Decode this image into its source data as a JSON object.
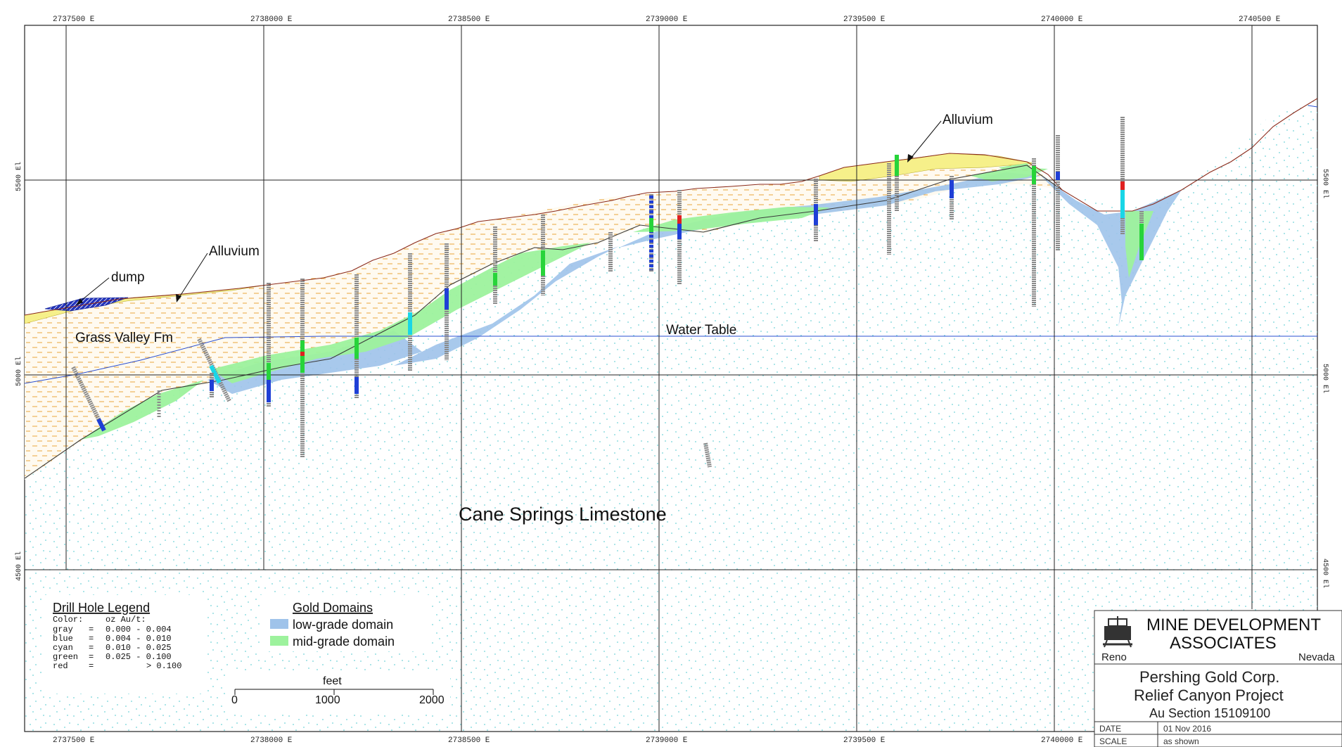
{
  "eastings": [
    "2737500 E",
    "2738000 E",
    "2738500 E",
    "2739000 E",
    "2739500 E",
    "2740000 E",
    "2740500 E"
  ],
  "elevations": [
    "5500 El",
    "5000 El",
    "4500 El"
  ],
  "units": {
    "dump": "dump",
    "alluvium_west": "Alluvium",
    "alluvium_east": "Alluvium",
    "grass_valley": "Grass Valley Fm",
    "water_table": "Water Table",
    "cane_springs": "Cane Springs Limestone"
  },
  "drill_legend": {
    "title": "Drill Hole Legend",
    "header_color": "Color:",
    "header_grade": "oz Au/t:",
    "rows": [
      {
        "color": "gray",
        "eq": "=",
        "range": "0.000 - 0.004",
        "hex": "#8a8a8a"
      },
      {
        "color": "blue",
        "eq": "=",
        "range": "0.004 - 0.010",
        "hex": "#1f3fd6"
      },
      {
        "color": "cyan",
        "eq": "=",
        "range": "0.010 - 0.025",
        "hex": "#19d6e6"
      },
      {
        "color": "green",
        "eq": "=",
        "range": "0.025 - 0.100",
        "hex": "#27d43a"
      },
      {
        "color": "red",
        "eq": "=",
        "range": "> 0.100",
        "hex": "#e02020"
      }
    ]
  },
  "gold_domains": {
    "title": "Gold Domains",
    "low": "low-grade domain",
    "mid": "mid-grade domain",
    "low_color": "#9fc3ea",
    "mid_color": "#9df29d"
  },
  "scale_bar": {
    "unit": "feet",
    "ticks": [
      "0",
      "1000",
      "2000"
    ]
  },
  "title_block": {
    "company_line1": "MINE DEVELOPMENT",
    "company_line2": "ASSOCIATES",
    "city": "Reno",
    "state": "Nevada",
    "client": "Pershing Gold Corp.",
    "project": "Relief Canyon Project",
    "section": "Au Section 15109100",
    "date_label": "DATE",
    "date_value": "01 Nov 2016",
    "scale_label": "SCALE",
    "scale_value": "as shown"
  },
  "colors": {
    "topography": "#8b2a1a",
    "water_table": "#2a4fd0",
    "alluvium": "#f6f08a",
    "grass_valley_dash": "#e8a53c",
    "limestone_dot": "#6fd3d8",
    "grid": "#222222"
  }
}
